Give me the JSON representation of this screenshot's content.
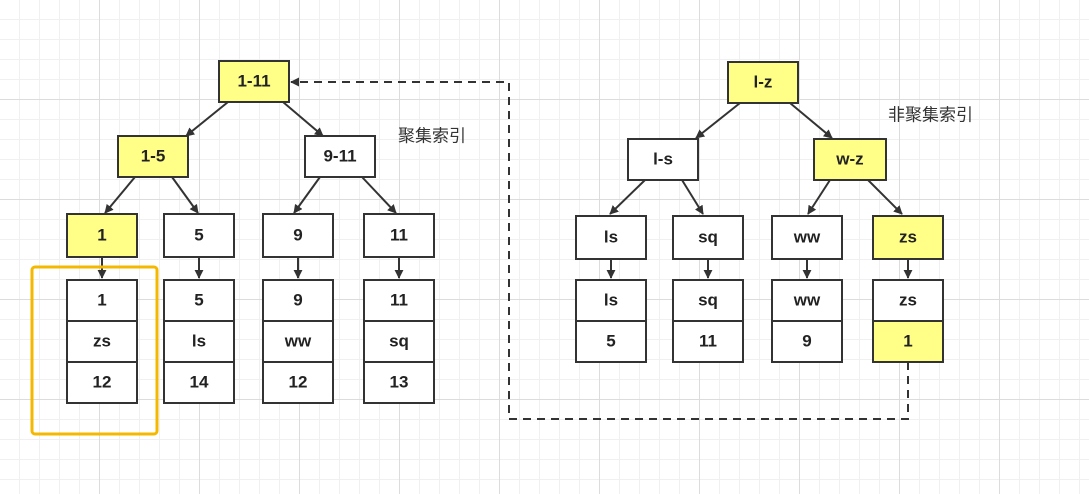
{
  "diagram": {
    "clustered_caption": "聚集索引",
    "nonclustered_caption": "非聚集索引",
    "colors": {
      "highlight_fill": "#ffff88",
      "plain_fill": "#ffffff",
      "stroke": "#333333",
      "selection": "#f5b800"
    },
    "clustered": {
      "root": "1-11",
      "level1": [
        "1-5",
        "9-11"
      ],
      "level2": [
        "1",
        "5",
        "9",
        "11"
      ],
      "leaves": [
        [
          "1",
          "zs",
          "12"
        ],
        [
          "5",
          "ls",
          "14"
        ],
        [
          "9",
          "ww",
          "12"
        ],
        [
          "11",
          "sq",
          "13"
        ]
      ]
    },
    "nonclustered": {
      "root": "l-z",
      "level1": [
        "l-s",
        "w-z"
      ],
      "level2": [
        "ls",
        "sq",
        "ww",
        "zs"
      ],
      "leaves": [
        [
          "ls",
          "5"
        ],
        [
          "sq",
          "11"
        ],
        [
          "ww",
          "9"
        ],
        [
          "zs",
          "1"
        ]
      ]
    }
  }
}
